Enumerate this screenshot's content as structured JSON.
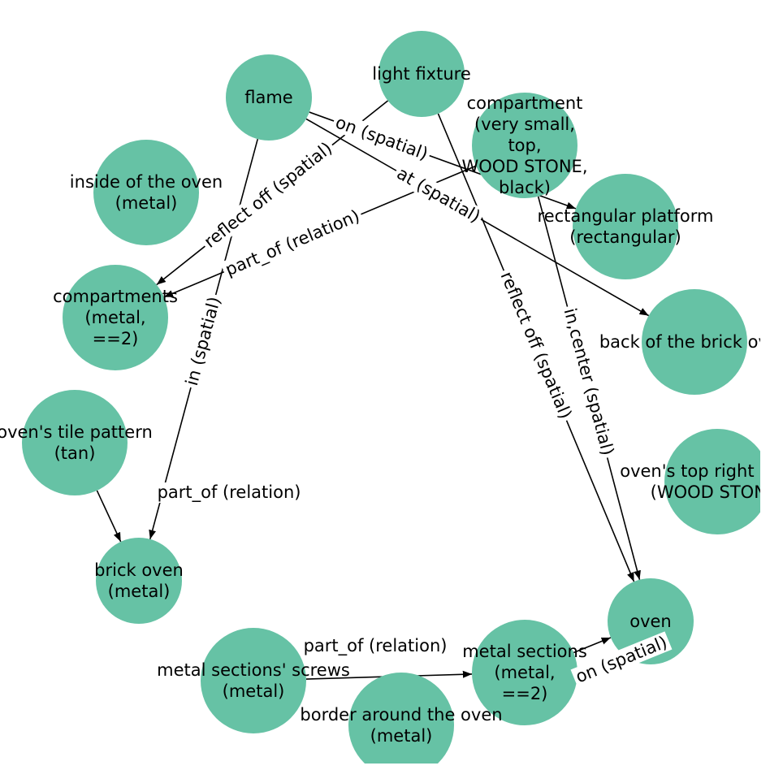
{
  "graph": {
    "node_color": "#66c2a5",
    "nodes": [
      {
        "id": "flame",
        "lines": [
          "flame"
        ]
      },
      {
        "id": "light_fixture",
        "lines": [
          "light fixture"
        ]
      },
      {
        "id": "compartment",
        "lines": [
          "compartment",
          "(very small,",
          "top,",
          "WOOD STONE,",
          "black)"
        ]
      },
      {
        "id": "rect_platform",
        "lines": [
          "rectangular platform",
          "(rectangular)"
        ]
      },
      {
        "id": "back_brick",
        "lines": [
          "back of the brick oven"
        ]
      },
      {
        "id": "top_right",
        "lines": [
          "oven's top right corner",
          "(WOOD STONE)"
        ]
      },
      {
        "id": "oven",
        "lines": [
          "oven"
        ]
      },
      {
        "id": "metal_sections",
        "lines": [
          "metal sections",
          "(metal,",
          "==2)"
        ]
      },
      {
        "id": "border",
        "lines": [
          "border around the oven",
          "(metal)"
        ]
      },
      {
        "id": "screws",
        "lines": [
          "metal sections' screws",
          "(metal)"
        ]
      },
      {
        "id": "brick_oven",
        "lines": [
          "brick oven",
          "(metal)"
        ]
      },
      {
        "id": "tile",
        "lines": [
          "oven's tile pattern",
          "(tan)"
        ]
      },
      {
        "id": "compartments",
        "lines": [
          "compartments",
          "(metal,",
          "==2)"
        ]
      },
      {
        "id": "inside",
        "lines": [
          "inside of the oven",
          "(metal)"
        ]
      }
    ],
    "edges": [
      {
        "from": "light_fixture",
        "to": "compartments",
        "label": "reflect off (spatial)"
      },
      {
        "from": "flame",
        "to": "brick_oven",
        "label": "in (spatial)"
      },
      {
        "from": "flame",
        "to": "rect_platform",
        "label": "on (spatial)"
      },
      {
        "from": "flame",
        "to": "back_brick",
        "label": "at (spatial)"
      },
      {
        "from": "compartment",
        "to": "compartments",
        "label": "part_of (relation)"
      },
      {
        "from": "light_fixture",
        "to": "oven",
        "label": "reflect off (spatial)"
      },
      {
        "from": "compartment",
        "to": "oven",
        "label": "in,center (spatial)"
      },
      {
        "from": "tile",
        "to": "brick_oven",
        "label": "part_of (relation)"
      },
      {
        "from": "metal_sections",
        "to": "oven",
        "label": "on (spatial)"
      },
      {
        "from": "screws",
        "to": "metal_sections",
        "label": "part_of (relation)"
      }
    ]
  }
}
